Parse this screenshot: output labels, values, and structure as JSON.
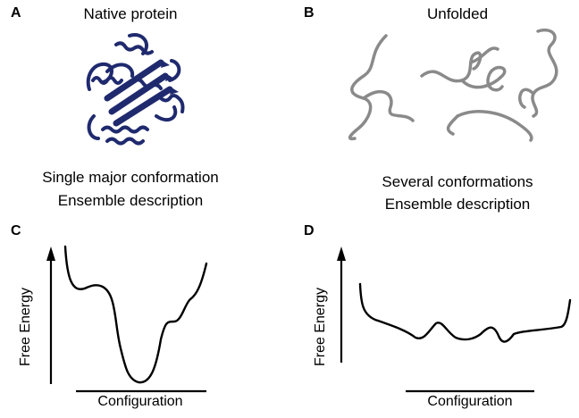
{
  "panels": {
    "a": {
      "letter": "A",
      "title": "Native protein",
      "desc_line1": "Single major conformation",
      "desc_line2": "Ensemble description"
    },
    "b": {
      "letter": "B",
      "title": "Unfolded",
      "desc_line1": "Several conformations",
      "desc_line2": "Ensemble description"
    },
    "c": {
      "letter": "C",
      "ylabel": "Free Energy",
      "xlabel": "Configuration"
    },
    "d": {
      "letter": "D",
      "ylabel": "Free Energy",
      "xlabel": "Configuration"
    }
  },
  "colors": {
    "protein": "#1f2a6e",
    "unfolded_chain": "#8a8a8a",
    "curve": "#000000"
  }
}
